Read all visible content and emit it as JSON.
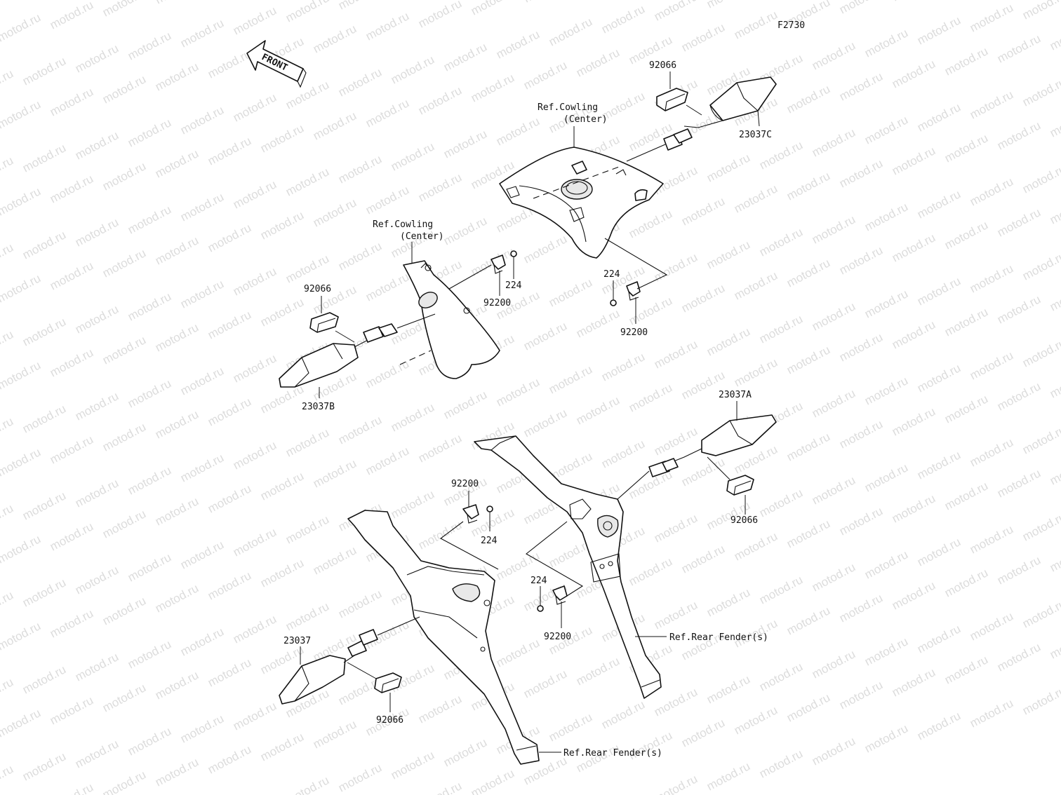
{
  "diagram_id": "F2730",
  "front_arrow": {
    "label": "FRONT",
    "icon": "front-arrow-icon"
  },
  "watermark": "motod.ru",
  "ref_labels": {
    "cowling_top_line1": "Ref.Cowling",
    "cowling_top_line2": "(Center)",
    "cowling_left_line1": "Ref.Cowling",
    "cowling_left_line2": "(Center)",
    "fender_right": "Ref.Rear Fender(s)",
    "fender_bottom": "Ref.Rear Fender(s)"
  },
  "callouts": {
    "c92066_top": "92066",
    "c23037C": "23037C",
    "c92066_left": "92066",
    "c23037B": "23037B",
    "c224_mid_left": "224",
    "c92200_mid_left": "92200",
    "c224_mid_right": "224",
    "c92200_mid_right": "92200",
    "c23037A": "23037A",
    "c92066_right": "92066",
    "c92200_low_left": "92200",
    "c224_low_left": "224",
    "c224_low_right": "224",
    "c92200_low_right": "92200",
    "c23037": "23037",
    "c92066_bottom": "92066"
  }
}
